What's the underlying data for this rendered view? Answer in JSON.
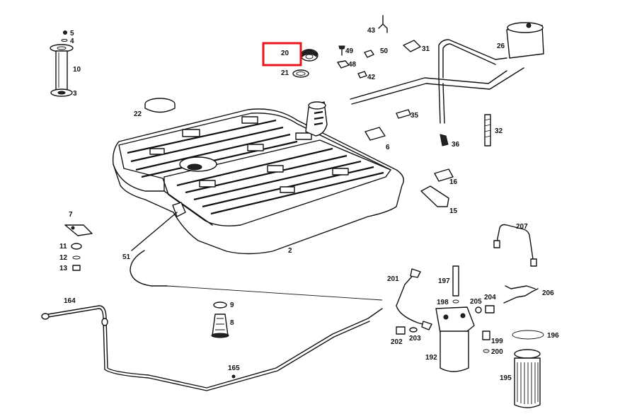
{
  "diagram": {
    "highlight": {
      "label": "20",
      "color": "#e8141c"
    },
    "labels": [
      "5",
      "4",
      "10",
      "3",
      "22",
      "20",
      "21",
      "49",
      "48",
      "50",
      "42",
      "43",
      "31",
      "26",
      "35",
      "36",
      "32",
      "6",
      "16",
      "15",
      "7",
      "11",
      "12",
      "13",
      "51",
      "2",
      "9",
      "8",
      "164",
      "165",
      "207",
      "201",
      "197",
      "198",
      "205",
      "204",
      "206",
      "202",
      "203",
      "199",
      "200",
      "192",
      "196",
      "195"
    ]
  }
}
